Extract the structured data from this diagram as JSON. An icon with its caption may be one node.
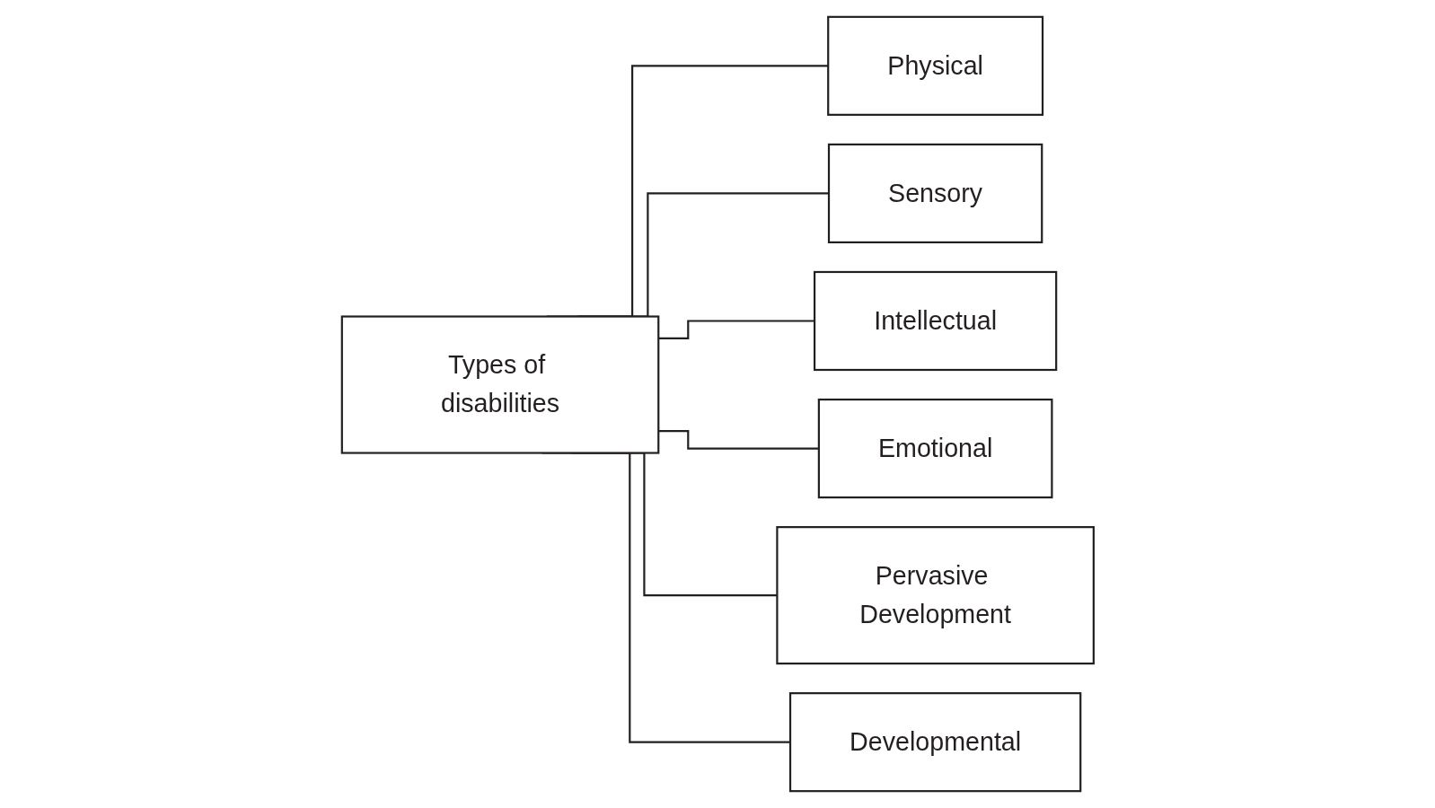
{
  "diagram": {
    "nodes": [
      {
        "text": [
          "Types of disabilities"
        ]
      },
      {
        "text": [
          "Physical"
        ]
      },
      {
        "text": [
          "Sensory"
        ]
      },
      {
        "text": [
          "Intellectual"
        ]
      },
      {
        "text": [
          "Emotional"
        ]
      },
      {
        "text": [
          "Pervasive Development"
        ]
      },
      {
        "text": [
          "Developmental"
        ]
      }
    ],
    "edges": [
      {
        "from": 0,
        "to": 1,
        "arrow": "none"
      },
      {
        "from": 0,
        "to": 2,
        "arrow": "none"
      },
      {
        "from": 0,
        "to": 3,
        "arrow": "none"
      },
      {
        "from": 0,
        "to": 4,
        "arrow": "none"
      },
      {
        "from": 0,
        "to": 5,
        "arrow": "none"
      },
      {
        "from": 0,
        "to": 6,
        "arrow": "none"
      }
    ]
  }
}
